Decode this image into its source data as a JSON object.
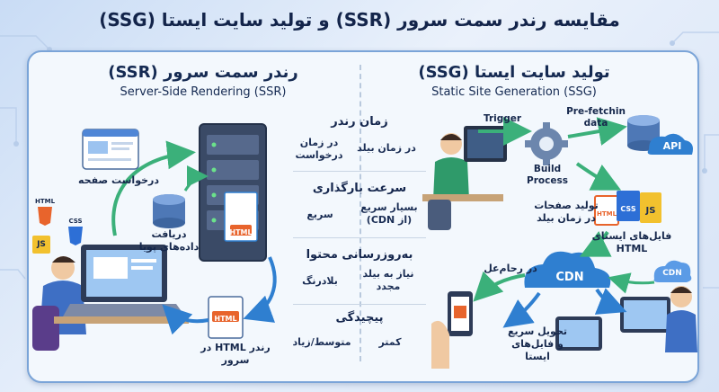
{
  "title": "مقایسه رندر سمت سرور (SSR) و تولید سایت ایستا (SSG)",
  "ssr": {
    "title_fa": "رندر سمت سرور (SSR)",
    "title_en": "Server-Side Rendering (SSR)",
    "labels": {
      "page_request": "درخواست صفحه",
      "fetch_data": "دریافت داده‌های پویا",
      "render_html": "رندر HTML در سرور",
      "html": "HTML",
      "css": "CSS",
      "js": "JS"
    }
  },
  "ssg": {
    "title_fa": "تولید سایت ایستا (SSG)",
    "title_en": "Static Site Generation (SSG)",
    "labels": {
      "trigger": "Trigger",
      "prefetch": "Pre-fetchin data",
      "build_process": "Build Process",
      "api": "API",
      "build_time": "تولید صفحات در زمان بیلد",
      "static_files": "فایل‌های ایستای HTML",
      "html": "HTML",
      "css": "CSS",
      "js": "JS",
      "realtime": "در رحام‌عل",
      "cdn": "CDN",
      "cdn_small": "CDN",
      "fast_delivery": "تحویل سریع و فایل‌های ایستا"
    }
  },
  "comparison": [
    {
      "category": "زمان رندر",
      "ssr": "در زمان درخواست",
      "ssg": "در زمان بیلد"
    },
    {
      "category": "سرعت بارگذاری",
      "ssr": "سریع",
      "ssg": "بسیار سریع (از CDN)"
    },
    {
      "category": "به‌روزرسانی محتوا",
      "ssr": "بلادرنگ",
      "ssg": "نیاز به بیلد مجدد"
    },
    {
      "category": "پیچیدگی",
      "ssr": "متوسط/زیاد",
      "ssg": "کمتر"
    }
  ],
  "colors": {
    "panel_border": "#7aa4d8",
    "arrow_blue": "#2f7fd0",
    "arrow_green": "#3bb07a",
    "server": "#3a4a66",
    "html_orange": "#e8642c",
    "css_blue": "#2d6fd6",
    "js_yellow": "#f2c12e"
  }
}
